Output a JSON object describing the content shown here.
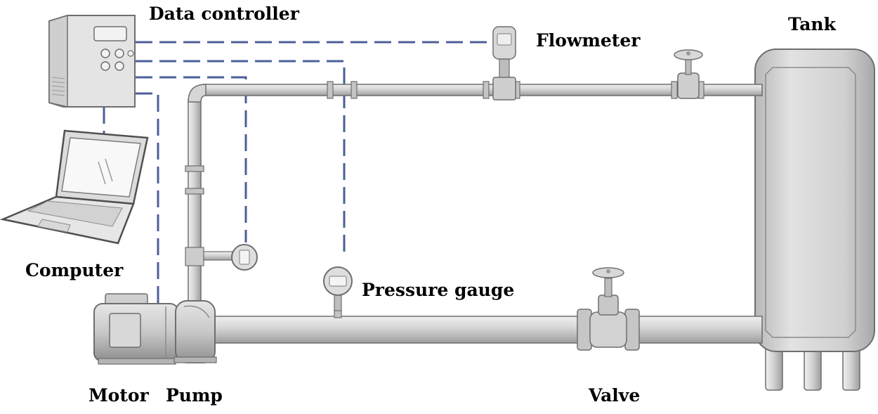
{
  "labels": {
    "data_controller": "Data controller",
    "flowmeter": "Flowmeter",
    "tank": "Tank",
    "computer": "Computer",
    "pressure_gauge": "Pressure gauge",
    "motor": "Motor",
    "pump": "Pump",
    "valve": "Valve"
  },
  "colors": {
    "signal_line": "#4d5f99",
    "pipe_fill": "#d0d0d0",
    "pipe_outline": "#6e6e6e",
    "tank_fill": "#d2d2d2",
    "label_text": "#000000"
  },
  "icons": {
    "data_controller": "data-controller-icon",
    "computer": "laptop-icon",
    "flowmeter": "flowmeter-icon",
    "pressure_gauge": "pressure-gauge-icon",
    "valve": "valve-handwheel-icon",
    "tank": "tank-icon",
    "motor": "motor-icon",
    "pump": "pump-icon"
  }
}
